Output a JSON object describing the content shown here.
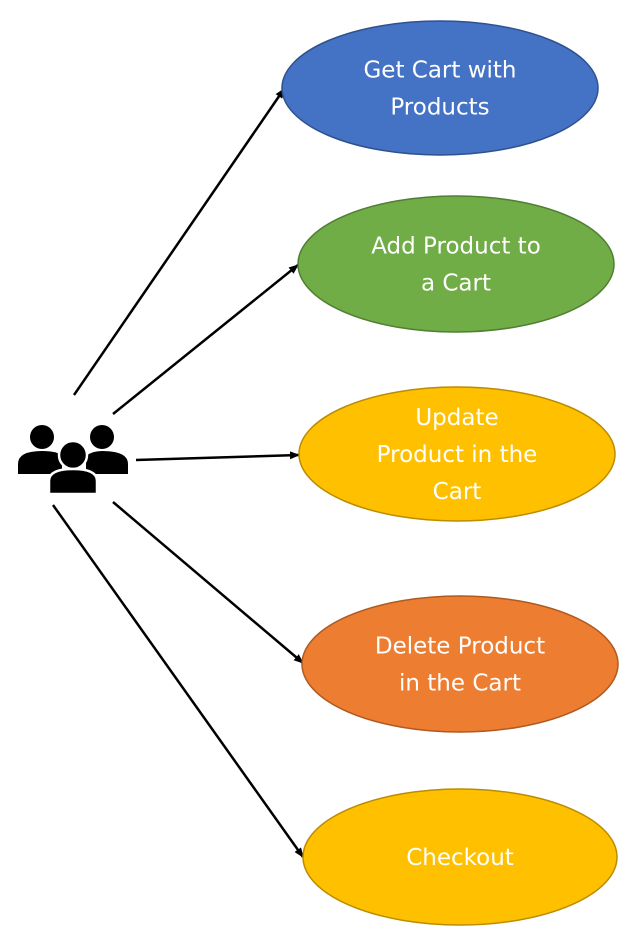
{
  "diagram": {
    "type": "use-case",
    "actor": {
      "name": "users-group",
      "label": ""
    },
    "use_cases": [
      {
        "id": "get-cart",
        "lines": [
          "Get Cart with",
          "Products"
        ],
        "fill": "#4472C4",
        "stroke": "#2F528F"
      },
      {
        "id": "add-product",
        "lines": [
          "Add Product to",
          "a Cart"
        ],
        "fill": "#70AD47",
        "stroke": "#507E32"
      },
      {
        "id": "update-product",
        "lines": [
          "Update",
          "Product in the",
          "Cart"
        ],
        "fill": "#FFC000",
        "stroke": "#BC8C00"
      },
      {
        "id": "delete-product",
        "lines": [
          "Delete Product",
          "in the Cart"
        ],
        "fill": "#ED7D31",
        "stroke": "#AE5A21"
      },
      {
        "id": "checkout",
        "lines": [
          "Checkout"
        ],
        "fill": "#FFC000",
        "stroke": "#BC8C00"
      }
    ],
    "edges": [
      {
        "from": "users-group",
        "to": "get-cart"
      },
      {
        "from": "users-group",
        "to": "add-product"
      },
      {
        "from": "users-group",
        "to": "update-product"
      },
      {
        "from": "users-group",
        "to": "delete-product"
      },
      {
        "from": "users-group",
        "to": "checkout"
      }
    ],
    "edge_color": "#000000"
  }
}
